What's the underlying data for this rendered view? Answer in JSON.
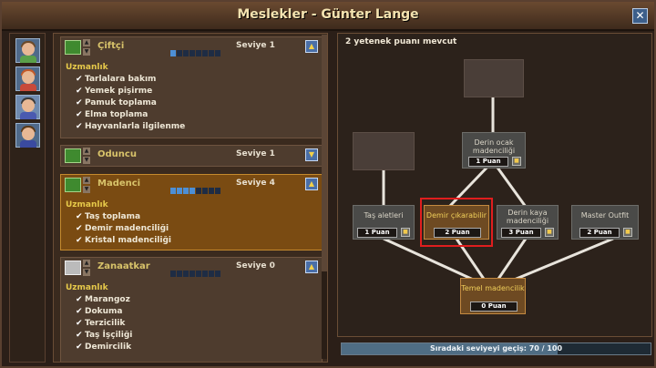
{
  "window": {
    "title": "Meslekler - Günter Lange"
  },
  "avatars": [
    {
      "hair": "#6b4a2a",
      "shirt": "#5aa04a"
    },
    {
      "hair": "#c25a2a",
      "shirt": "#c84a3a"
    },
    {
      "hair": "#3a3a3a",
      "shirt": "#4a5ab0"
    },
    {
      "hair": "#5a3a1a",
      "shirt": "#3a4aa0"
    }
  ],
  "professions": [
    {
      "name": "Çiftçi",
      "level_text": "Seviye 1",
      "level_value": 1,
      "max_pips": 8,
      "sub": "Uzmanlık",
      "items": [
        "Tarlalara bakım",
        "Yemek pişirme",
        "Pamuk toplama",
        "Elma toplama",
        "Hayvanlarla ilgilenme"
      ]
    },
    {
      "name": "Oduncu",
      "level_text": "Seviye 1"
    },
    {
      "name": "Madenci",
      "level_text": "Seviye 4",
      "level_value": 4,
      "max_pips": 8,
      "sub": "Uzmanlık",
      "items": [
        "Taş toplama",
        "Demir madenciliği",
        "Kristal madenciliği"
      ]
    },
    {
      "name": "Zanaatkar",
      "level_text": "Seviye 0",
      "level_value": 0,
      "max_pips": 8,
      "sub": "Uzmanlık",
      "items": [
        "Marangoz",
        "Dokuma",
        "Terzicilik",
        "Taş İşçiliği",
        "Demircilik"
      ]
    }
  ],
  "tree": {
    "available": "2 yetenek puanı mevcut",
    "nodes": {
      "deep_stone": {
        "name": "Derin ocak madenciliği",
        "cost": "1 Puan"
      },
      "stone_tools": {
        "name": "Taş aletleri",
        "cost": "1 Puan"
      },
      "iron_melt": {
        "name": "Demir çıkarabilir",
        "cost": "2 Puan"
      },
      "deep_rock": {
        "name": "Derin kaya madenciliği",
        "cost": "3 Puan"
      },
      "master_outfit": {
        "name": "Master Outfit",
        "cost": "2 Puan"
      },
      "basic_mining": {
        "name": "Temel madencilik",
        "cost": "0 Puan"
      }
    }
  },
  "progress": {
    "label": "Sıradaki seviyeyi geçiş: 70 / 100",
    "value": 70,
    "max": 100
  }
}
